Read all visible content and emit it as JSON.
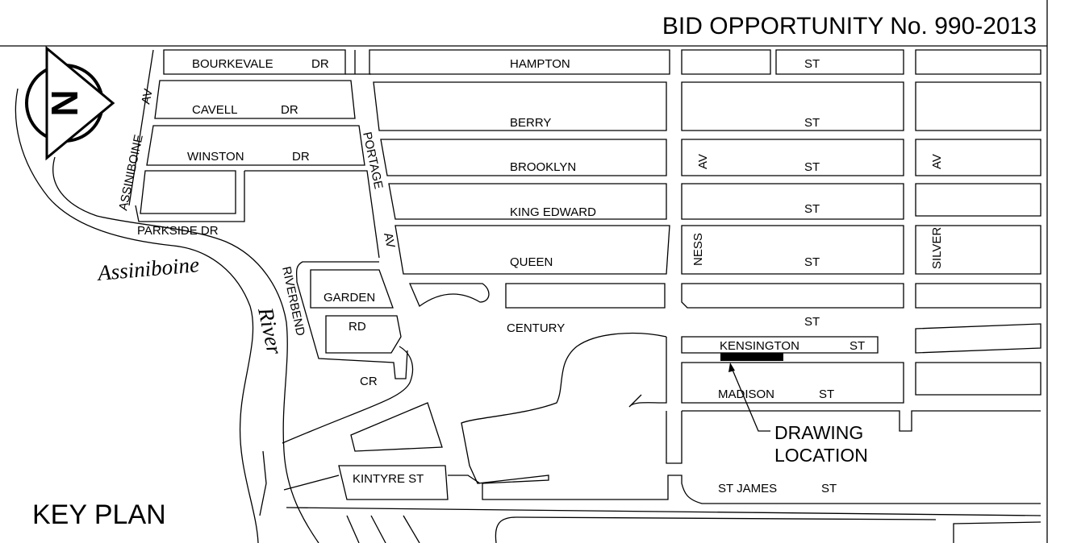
{
  "title": "BID OPPORTUNITY No. 990-2013",
  "key_plan": "KEY PLAN",
  "north_letter": "N",
  "river": [
    "Assiniboine",
    "River"
  ],
  "callout": [
    "DRAWING",
    "LOCATION"
  ],
  "highlight_color": "#000000",
  "streets": {
    "bourkevale": [
      "BOURKEVALE",
      "DR"
    ],
    "cavell": [
      "CAVELL",
      "DR"
    ],
    "winston": [
      "WINSTON",
      "DR"
    ],
    "parkside": "PARKSIDE DR",
    "assiniboine_av": [
      "ASSINIBOINE",
      "AV"
    ],
    "portage": [
      "PORTAGE",
      "AV"
    ],
    "riverbend": "RIVERBEND",
    "garden": "GARDEN",
    "rd": "RD",
    "cr": "CR",
    "hampton": "HAMPTON",
    "berry": "BERRY",
    "brooklyn": "BROOKLYN",
    "king_edward": "KING  EDWARD",
    "queen": "QUEEN",
    "century": "CENTURY",
    "st": "ST",
    "av": "AV",
    "ness": "NESS",
    "silver": "SILVER",
    "kensington": [
      "KENSINGTON",
      "ST"
    ],
    "madison": [
      "MADISON",
      "ST"
    ],
    "kintyre": "KINTYRE ST",
    "st_james": [
      "ST JAMES",
      "ST"
    ]
  }
}
